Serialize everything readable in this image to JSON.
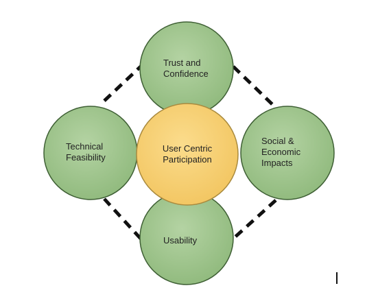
{
  "diagram": {
    "center": {
      "label": "User Centric\nParticipation"
    },
    "top": {
      "label": "Trust and\nConfidence"
    },
    "left": {
      "label": "Technical\nFeasibility"
    },
    "right": {
      "label": "Social &\nEconomic\nImpacts"
    },
    "bottom": {
      "label": "Usability"
    }
  },
  "colors": {
    "outer_fill": "#9dc18a",
    "outer_stroke": "#3e5f34",
    "center_fill": "#f6cf73",
    "center_stroke": "#a98a3e",
    "dash": "#111111"
  }
}
